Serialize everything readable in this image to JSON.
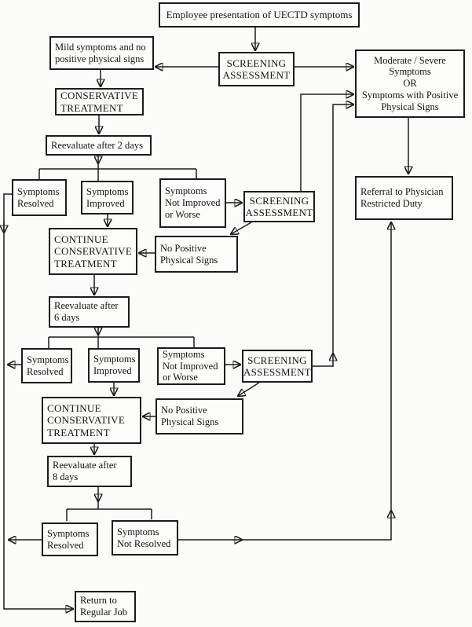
{
  "diagram_title": "UECTD symptom screening and treatment flowchart",
  "colors": {
    "line": "#1c1c1c",
    "box_border": "#1c1c1c",
    "box_fill": "#fcfcfa",
    "background": "#fbfbf9",
    "text": "#141414"
  },
  "nodes": {
    "employee_presentation": "Employee presentation of UECTD symptoms",
    "mild_symptoms": "Mild symptoms and no\npositive physical signs",
    "screening_assessment_1": "SCREENING\nASSESSMENT",
    "moderate_severe": "Moderate / Severe\nSymptoms\nOR\nSymptoms with Positive\nPhysical Signs",
    "conservative_treatment": "CONSERVATIVE\nTREATMENT",
    "reevaluate_2_days": "Reevaluate after 2 days",
    "symptoms_resolved_1": "Symptoms\nResolved",
    "symptoms_improved_1": "Symptoms\nImproved",
    "symptoms_not_improved_1": "Symptoms\nNot Improved\nor Worse",
    "screening_assessment_2": "SCREENING\nASSESSMENT",
    "referral_physician": "Referral to Physician\nRestricted Duty",
    "continue_conservative_1": "CONTINUE\nCONSERVATIVE\nTREATMENT",
    "no_positive_signs_1": "No Positive\nPhysical Signs",
    "reevaluate_6_days": "Reevaluate after\n6 days",
    "symptoms_resolved_2": "Symptoms\nResolved",
    "symptoms_improved_2": "Symptoms\nImproved",
    "symptoms_not_improved_2": "Symptoms\nNot Improved\nor Worse",
    "screening_assessment_3": "SCREENING\nASSESSMENT",
    "continue_conservative_2": "CONTINUE\nCONSERVATIVE\nTREATMENT",
    "no_positive_signs_2": "No Positive\nPhysical Signs",
    "reevaluate_8_days": "Reevaluate after\n8 days",
    "symptoms_resolved_3": "Symptoms\nResolved",
    "symptoms_not_resolved": "Symptoms\nNot Resolved",
    "return_regular_job": "Return to\nRegular Job"
  },
  "edges": [
    [
      "employee_presentation",
      "screening_assessment_1"
    ],
    [
      "screening_assessment_1",
      "mild_symptoms"
    ],
    [
      "screening_assessment_1",
      "moderate_severe"
    ],
    [
      "mild_symptoms",
      "conservative_treatment"
    ],
    [
      "conservative_treatment",
      "reevaluate_2_days"
    ],
    [
      "reevaluate_2_days",
      "symptoms_resolved_1"
    ],
    [
      "reevaluate_2_days",
      "symptoms_improved_1"
    ],
    [
      "reevaluate_2_days",
      "symptoms_not_improved_1"
    ],
    [
      "symptoms_resolved_1",
      "return_regular_job"
    ],
    [
      "symptoms_improved_1",
      "continue_conservative_1"
    ],
    [
      "symptoms_not_improved_1",
      "screening_assessment_2"
    ],
    [
      "screening_assessment_2",
      "moderate_severe"
    ],
    [
      "screening_assessment_2",
      "no_positive_signs_1"
    ],
    [
      "no_positive_signs_1",
      "continue_conservative_1"
    ],
    [
      "continue_conservative_1",
      "reevaluate_6_days"
    ],
    [
      "reevaluate_6_days",
      "symptoms_resolved_2"
    ],
    [
      "reevaluate_6_days",
      "symptoms_improved_2"
    ],
    [
      "reevaluate_6_days",
      "symptoms_not_improved_2"
    ],
    [
      "symptoms_resolved_2",
      "return_regular_job"
    ],
    [
      "symptoms_improved_2",
      "continue_conservative_2"
    ],
    [
      "symptoms_not_improved_2",
      "screening_assessment_3"
    ],
    [
      "screening_assessment_3",
      "moderate_severe"
    ],
    [
      "screening_assessment_3",
      "no_positive_signs_2"
    ],
    [
      "no_positive_signs_2",
      "continue_conservative_2"
    ],
    [
      "continue_conservative_2",
      "reevaluate_8_days"
    ],
    [
      "reevaluate_8_days",
      "symptoms_resolved_3"
    ],
    [
      "reevaluate_8_days",
      "symptoms_not_resolved"
    ],
    [
      "symptoms_resolved_3",
      "return_regular_job"
    ],
    [
      "symptoms_not_resolved",
      "referral_physician"
    ],
    [
      "moderate_severe",
      "referral_physician"
    ]
  ]
}
